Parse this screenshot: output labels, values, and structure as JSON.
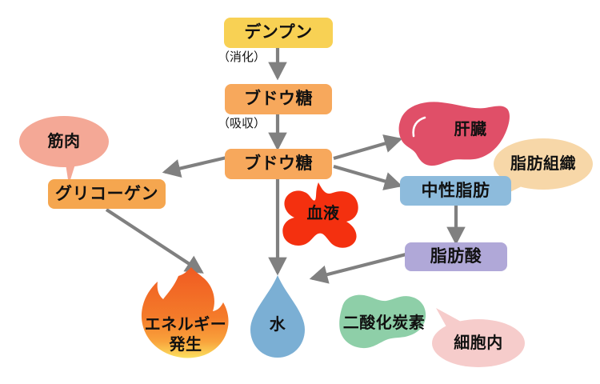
{
  "diagram": {
    "title": "",
    "background": "#ffffff",
    "arrow_color": "#808080",
    "nodes": {
      "starch": {
        "label": "デンプン",
        "color": "#F8D154",
        "shape": "rounded-box"
      },
      "glucose1": {
        "label": "ブドウ糖",
        "color": "#F7A85C",
        "shape": "rounded-box"
      },
      "glucose2": {
        "label": "ブドウ糖",
        "color": "#F7A85C",
        "shape": "rounded-box"
      },
      "glycogen": {
        "label": "グリコーゲン",
        "color": "#F5A64F",
        "shape": "rounded-box"
      },
      "fat": {
        "label": "中性脂肪",
        "color": "#8DBBDC",
        "shape": "rounded-box"
      },
      "fattyacid": {
        "label": "脂肪酸",
        "color": "#B0A8D8",
        "shape": "rounded-box"
      },
      "muscle": {
        "label": "筋肉",
        "color": "#F4A896",
        "shape": "speech-bubble"
      },
      "liver": {
        "label": "肝臓",
        "color": "#E04F68",
        "shape": "liver"
      },
      "adipose": {
        "label": "脂肪組織",
        "color": "#F7D7A8",
        "shape": "speech-bubble"
      },
      "blood": {
        "label": "血液",
        "color": "#F4300F",
        "shape": "blood-splat"
      },
      "energy": {
        "label": "エネルギー\n発生",
        "label_line1": "エネルギー",
        "label_line2": "発生",
        "color": "#F26522",
        "shape": "flame"
      },
      "water": {
        "label": "水",
        "color": "#7BAFD4",
        "shape": "water-drop"
      },
      "co2": {
        "label": "二酸化炭素",
        "color": "#8ECFA8",
        "shape": "blob"
      },
      "intracell": {
        "label": "細胞内",
        "color": "#F6CCCB",
        "shape": "speech-bubble"
      }
    },
    "edge_labels": {
      "digestion": "（消化）",
      "absorption": "（吸収）"
    },
    "edges": [
      {
        "from": "starch",
        "to": "glucose1",
        "label": "（消化）"
      },
      {
        "from": "glucose1",
        "to": "glucose2",
        "label": "（吸収）"
      },
      {
        "from": "glucose2",
        "to": "glycogen",
        "label": ""
      },
      {
        "from": "glucose2",
        "to": "liver",
        "label": ""
      },
      {
        "from": "glucose2",
        "to": "fat",
        "label": ""
      },
      {
        "from": "glucose2",
        "to": "water",
        "label": ""
      },
      {
        "from": "glycogen",
        "to": "energy",
        "label": ""
      },
      {
        "from": "fat",
        "to": "fattyacid",
        "label": ""
      },
      {
        "from": "fattyacid",
        "to": "water",
        "label": ""
      }
    ]
  }
}
